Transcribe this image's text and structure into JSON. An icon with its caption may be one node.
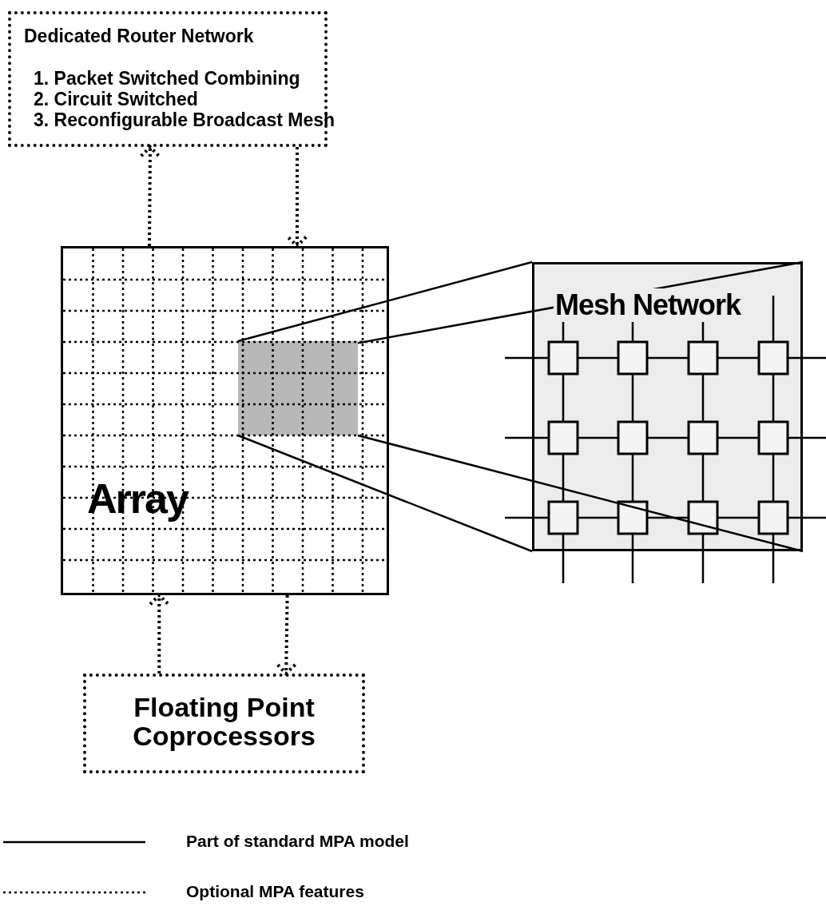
{
  "diagram": {
    "nodes": [
      {
        "text": [
          "Dedicated Router Network",
          "1. Packet Switched Combining",
          "2. Circuit Switched",
          "3. Reconfigurable Broadcast Mesh"
        ]
      },
      {
        "text": [
          "Array"
        ]
      },
      {
        "text": [],
        "shape": "box",
        "in": 1
      },
      {
        "text": [
          "Mesh Network"
        ]
      },
      {
        "text": [
          "Floating Point Coprocessors"
        ]
      }
    ],
    "edges": [
      {
        "from": 1,
        "to": 0,
        "arrow": "to",
        "style": "dashed"
      },
      {
        "from": 0,
        "to": 1,
        "arrow": "to",
        "style": "dashed"
      },
      {
        "from": 2,
        "to": 3,
        "arrow": "none"
      },
      {
        "from": 2,
        "to": 3,
        "arrow": "none"
      },
      {
        "from": 2,
        "to": 3,
        "arrow": "none"
      },
      {
        "from": 2,
        "to": 3,
        "arrow": "none"
      },
      {
        "from": 4,
        "to": 1,
        "arrow": "to",
        "style": "dashed"
      },
      {
        "from": 1,
        "to": 4,
        "arrow": "to",
        "style": "dashed"
      }
    ],
    "legend": [
      {
        "text": "Part of standard MPA model"
      },
      {
        "text": "Optional MPA features"
      }
    ]
  }
}
